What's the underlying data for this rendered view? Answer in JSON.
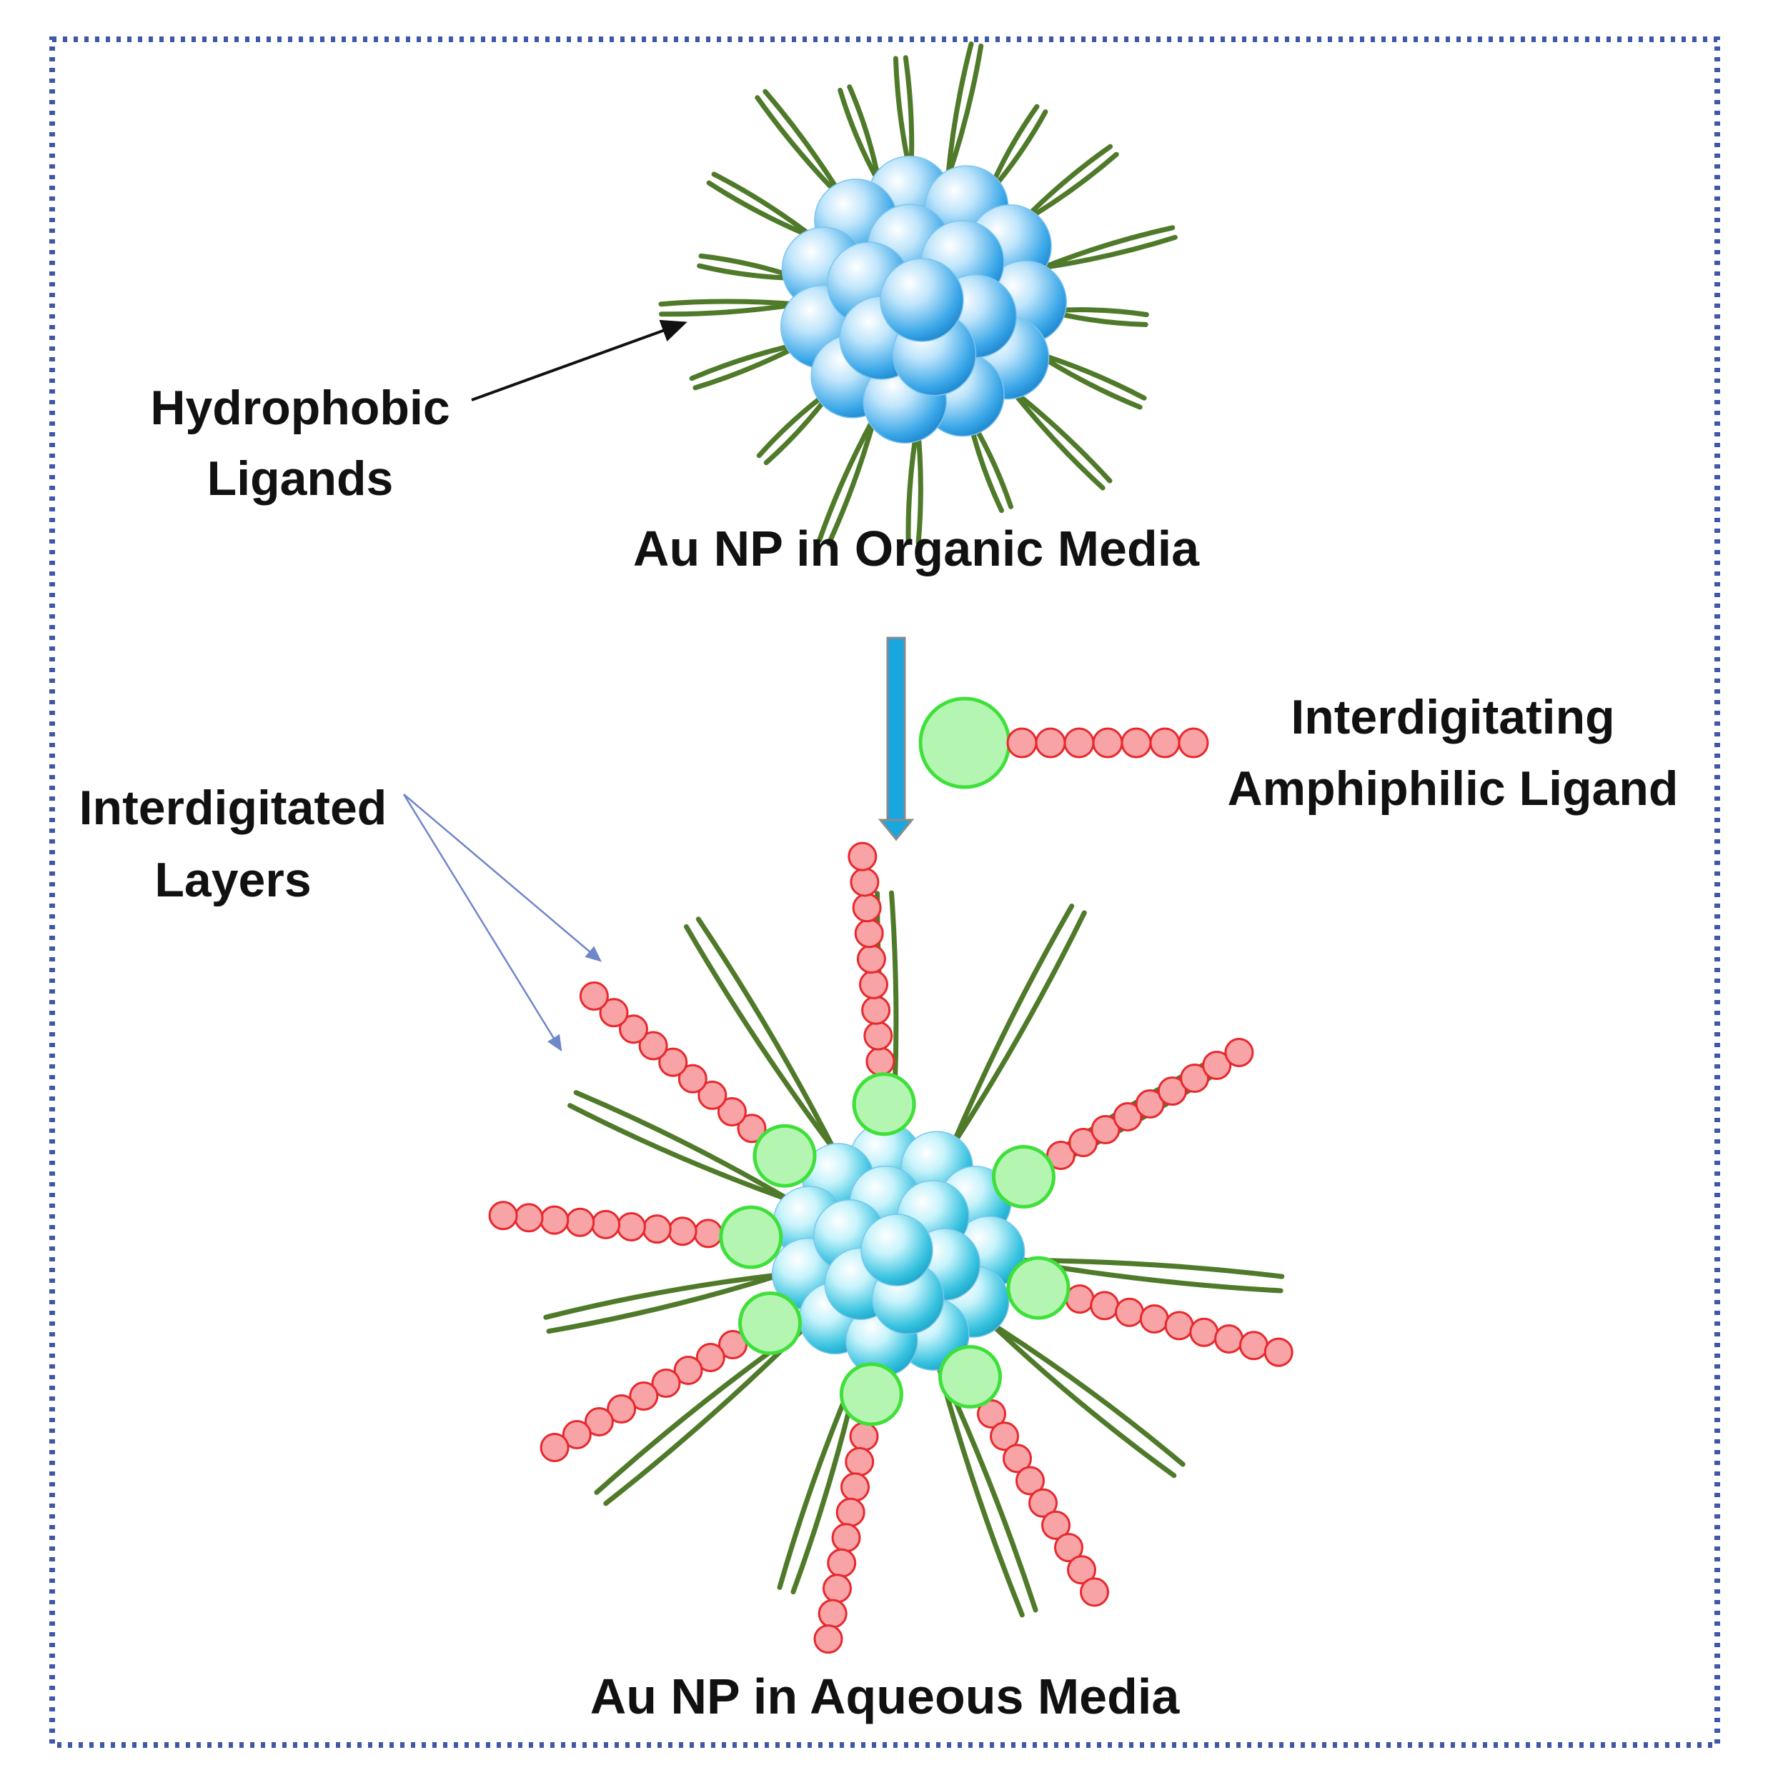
{
  "labels": {
    "hydrophobic_line1": "Hydrophobic",
    "hydrophobic_line2": "Ligands",
    "organic_caption": "Au NP in Organic Media",
    "amphiphilic_line1": "Interdigitating",
    "amphiphilic_line2": "Amphiphilic Ligand",
    "interdigitated_line1": "Interdigitated",
    "interdigitated_line2": "Layers",
    "aqueous_caption": "Au NP in Aqueous Media"
  },
  "colors": {
    "frame": "#3f57a8",
    "ligand_tail": "#4f7a2a",
    "headgroup_fill": "#b3f5b1",
    "headgroup_stroke": "#3fe03a",
    "chain_bead_fill": "#f8a3a6",
    "chain_bead_stroke": "#e8282d",
    "process_arrow": "#1aa7e0",
    "pointer_black": "#111111",
    "pointer_blue": "#6f86c9",
    "organic_core": "#3aa7e8",
    "aqueous_core": "#37c2df"
  }
}
